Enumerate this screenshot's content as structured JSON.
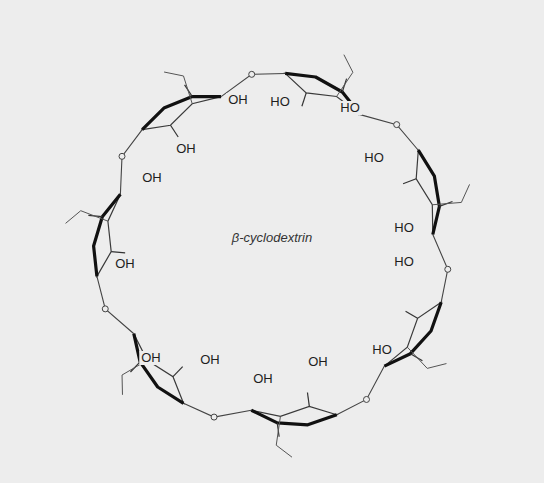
{
  "diagram": {
    "labels": [
      "β-cyclodextrin",
      "OH",
      "HO",
      "HO",
      "HO",
      "OH",
      "OH",
      "HO",
      "HO",
      "OH",
      "OH",
      "OH",
      "OH",
      "OH",
      "HO"
    ]
  }
}
